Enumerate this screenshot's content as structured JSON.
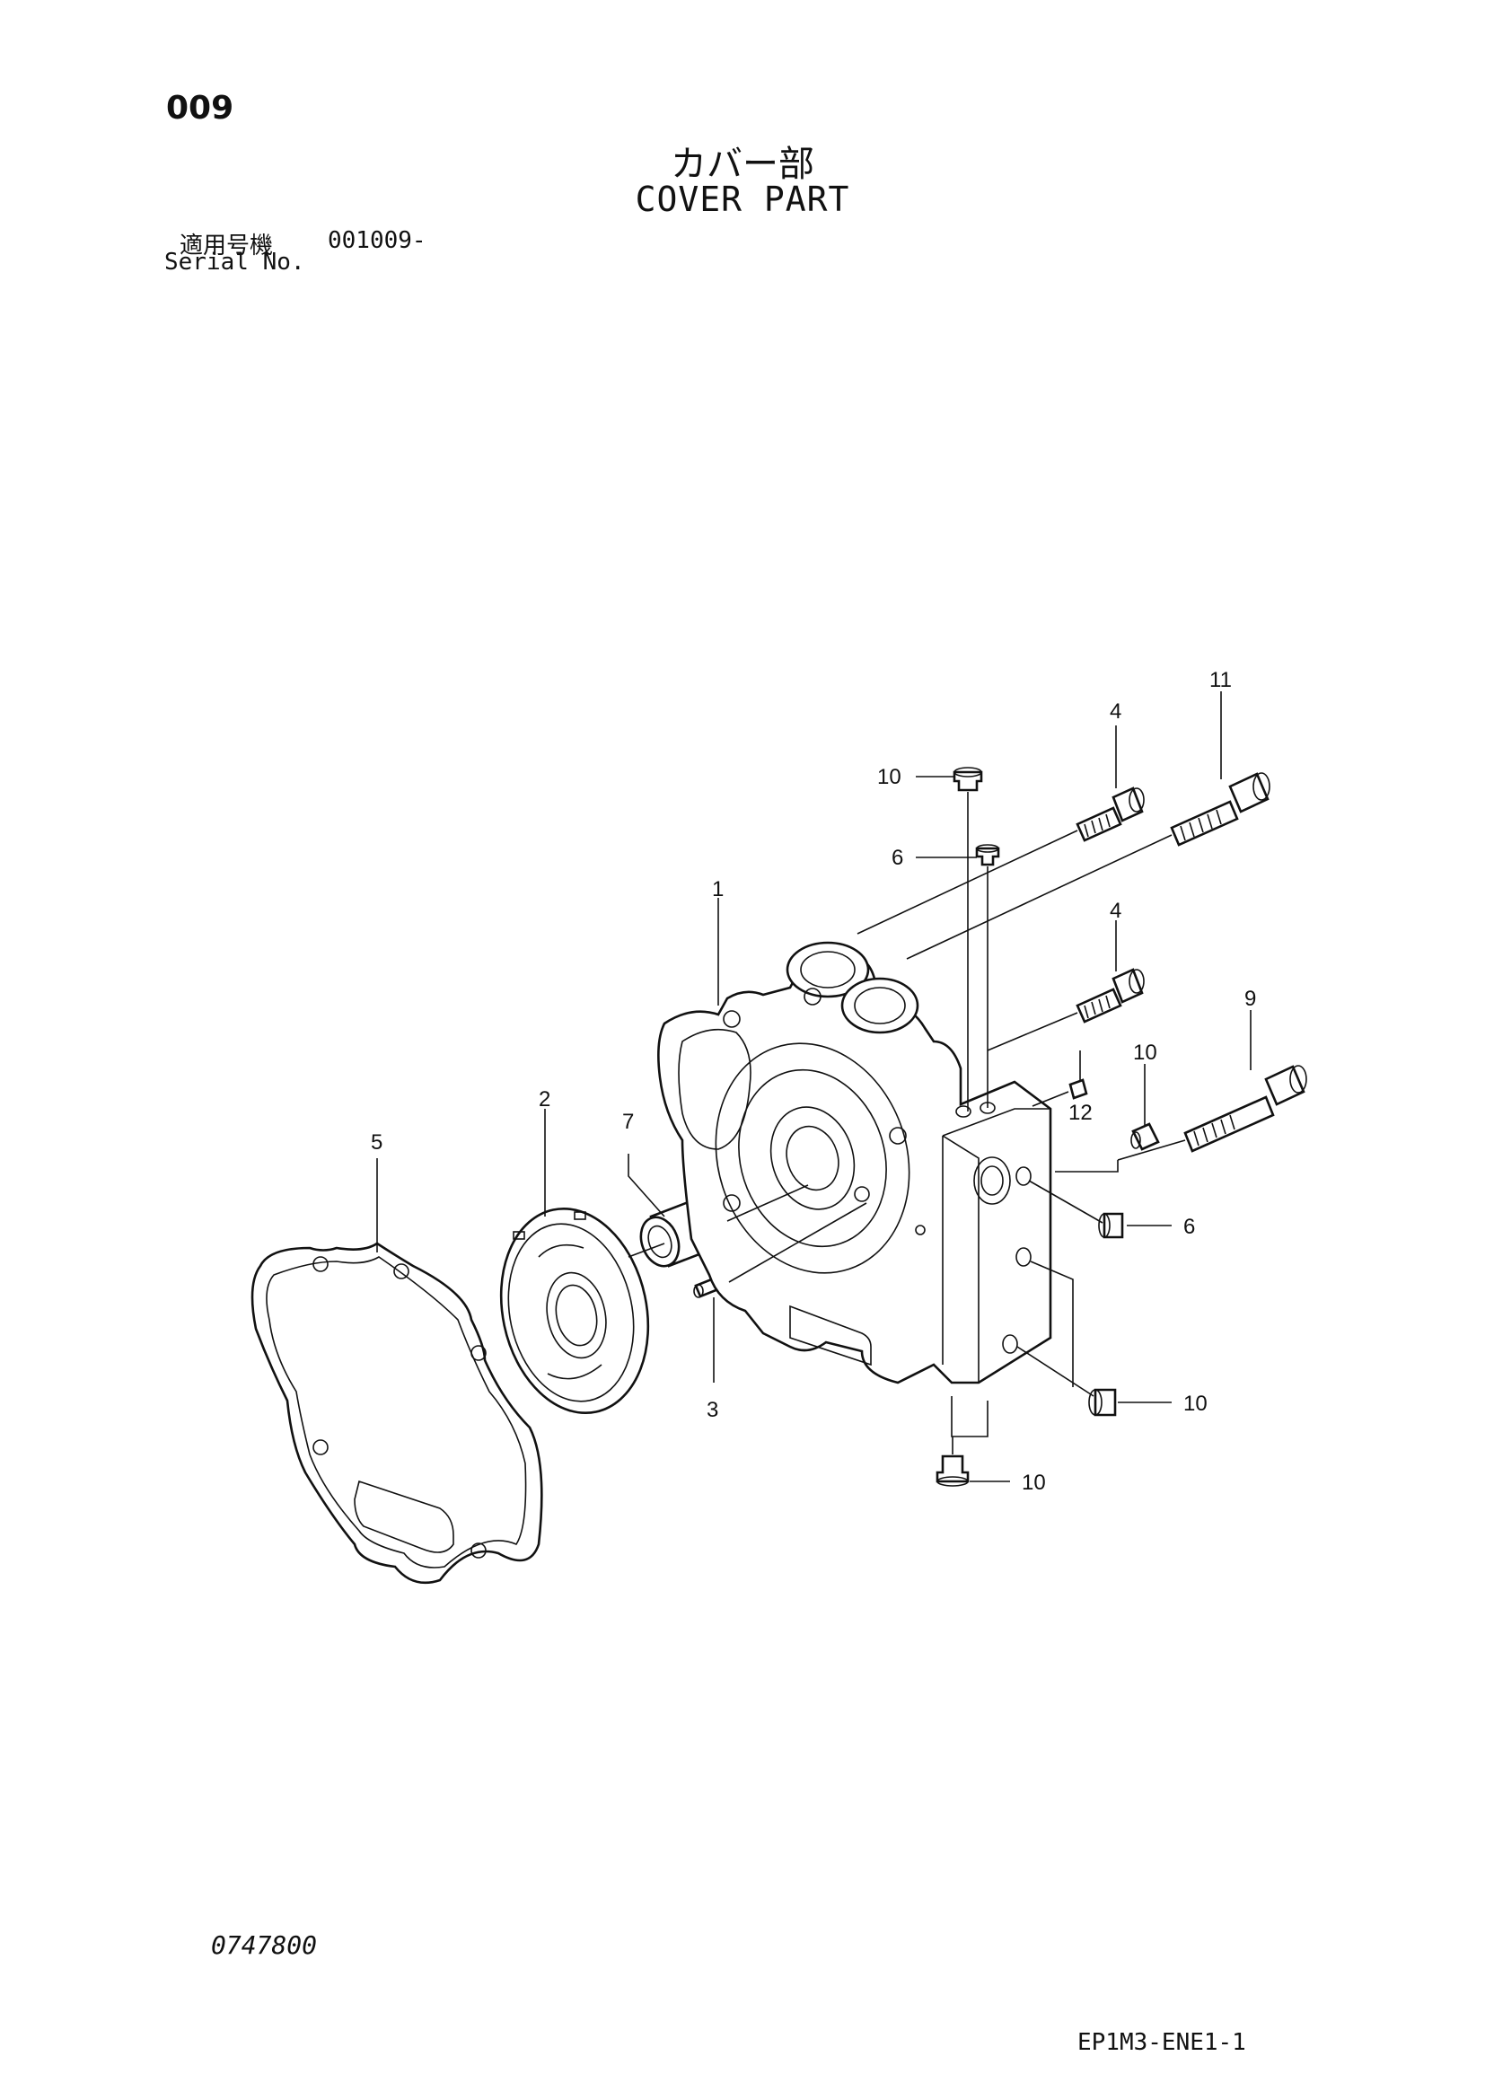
{
  "header": {
    "page_number": "009",
    "title_jp": "カバー部",
    "title_en": "COVER PART",
    "serial_label_jp": "適用号機",
    "serial_value": "001009-",
    "serial_label_en": "Serial No."
  },
  "callouts": {
    "c1": "1",
    "c2": "2",
    "c3": "3",
    "c4a": "4",
    "c4b": "4",
    "c5": "5",
    "c6a": "6",
    "c6b": "6",
    "c7": "7",
    "c9": "9",
    "c10a": "10",
    "c10b": "10",
    "c10c": "10",
    "c10d": "10",
    "c11": "11",
    "c12": "12"
  },
  "footer": {
    "drawing_number": "0747800",
    "document_code": "EP1M3-ENE1-1"
  }
}
